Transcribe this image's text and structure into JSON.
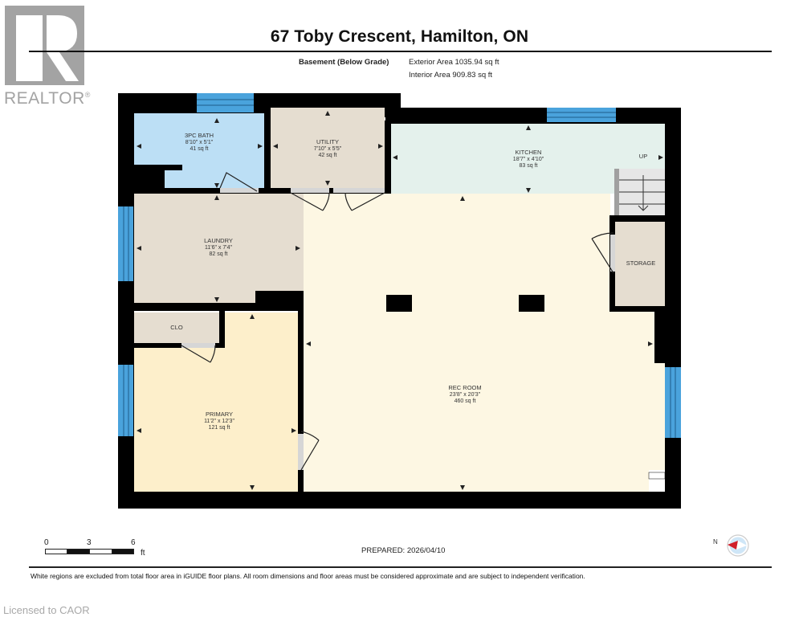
{
  "header": {
    "title": "67 Toby Crescent, Hamilton, ON",
    "level": "Basement (Below Grade)",
    "exterior_area": "Exterior Area 1035.94 sq ft",
    "interior_area": "Interior Area 909.83 sq ft"
  },
  "logo": {
    "icon": "realtor-r-logo",
    "text": "REALTOR",
    "registered": "®"
  },
  "rooms": [
    {
      "name": "3PC BATH",
      "dims": "8'10\" x 5'1\"",
      "area": "41 sq ft",
      "color": "#bcdff5"
    },
    {
      "name": "UTILITY",
      "dims": "7'10\" x 5'5\"",
      "area": "42 sq ft",
      "color": "#e5ddd0"
    },
    {
      "name": "KITCHEN",
      "dims": "18'7\" x 4'10\"",
      "area": "83 sq ft",
      "color": "#e4f1ec"
    },
    {
      "name": "LAUNDRY",
      "dims": "11'6\" x 7'4\"",
      "area": "82 sq ft",
      "color": "#e5ddd0"
    },
    {
      "name": "STORAGE",
      "dims": "",
      "area": "",
      "color": "#e5ddd0"
    },
    {
      "name": "CLO",
      "dims": "",
      "area": "",
      "color": "#e5ddd0"
    },
    {
      "name": "REC ROOM",
      "dims": "23'8\" x 20'3\"",
      "area": "460 sq ft",
      "color": "#fdf7e3"
    },
    {
      "name": "PRIMARY",
      "dims": "11'2\" x 12'3\"",
      "area": "121 sq ft",
      "color": "#fdefcb"
    }
  ],
  "stairs": {
    "label": "UP"
  },
  "colors": {
    "wall": "#000000",
    "window": "#4aa3dc",
    "door_sill": "#d6d6d6",
    "stairs": "#e6e6e6",
    "compass_needle": "#d01f2a",
    "compass_face": "#cfe6f7",
    "logo_gray": "#a3a3a3"
  },
  "scale": {
    "ticks": [
      "0",
      "3",
      "6"
    ],
    "unit": "ft"
  },
  "prepared": "PREPARED: 2026/04/10",
  "compass": {
    "label": "N",
    "icon": "compass-north-icon"
  },
  "disclaimer": "White regions are excluded from total floor area in iGUIDE floor plans. All room dimensions and floor areas must be considered approximate and are subject to independent verification.",
  "watermark": "Licensed to CAOR"
}
